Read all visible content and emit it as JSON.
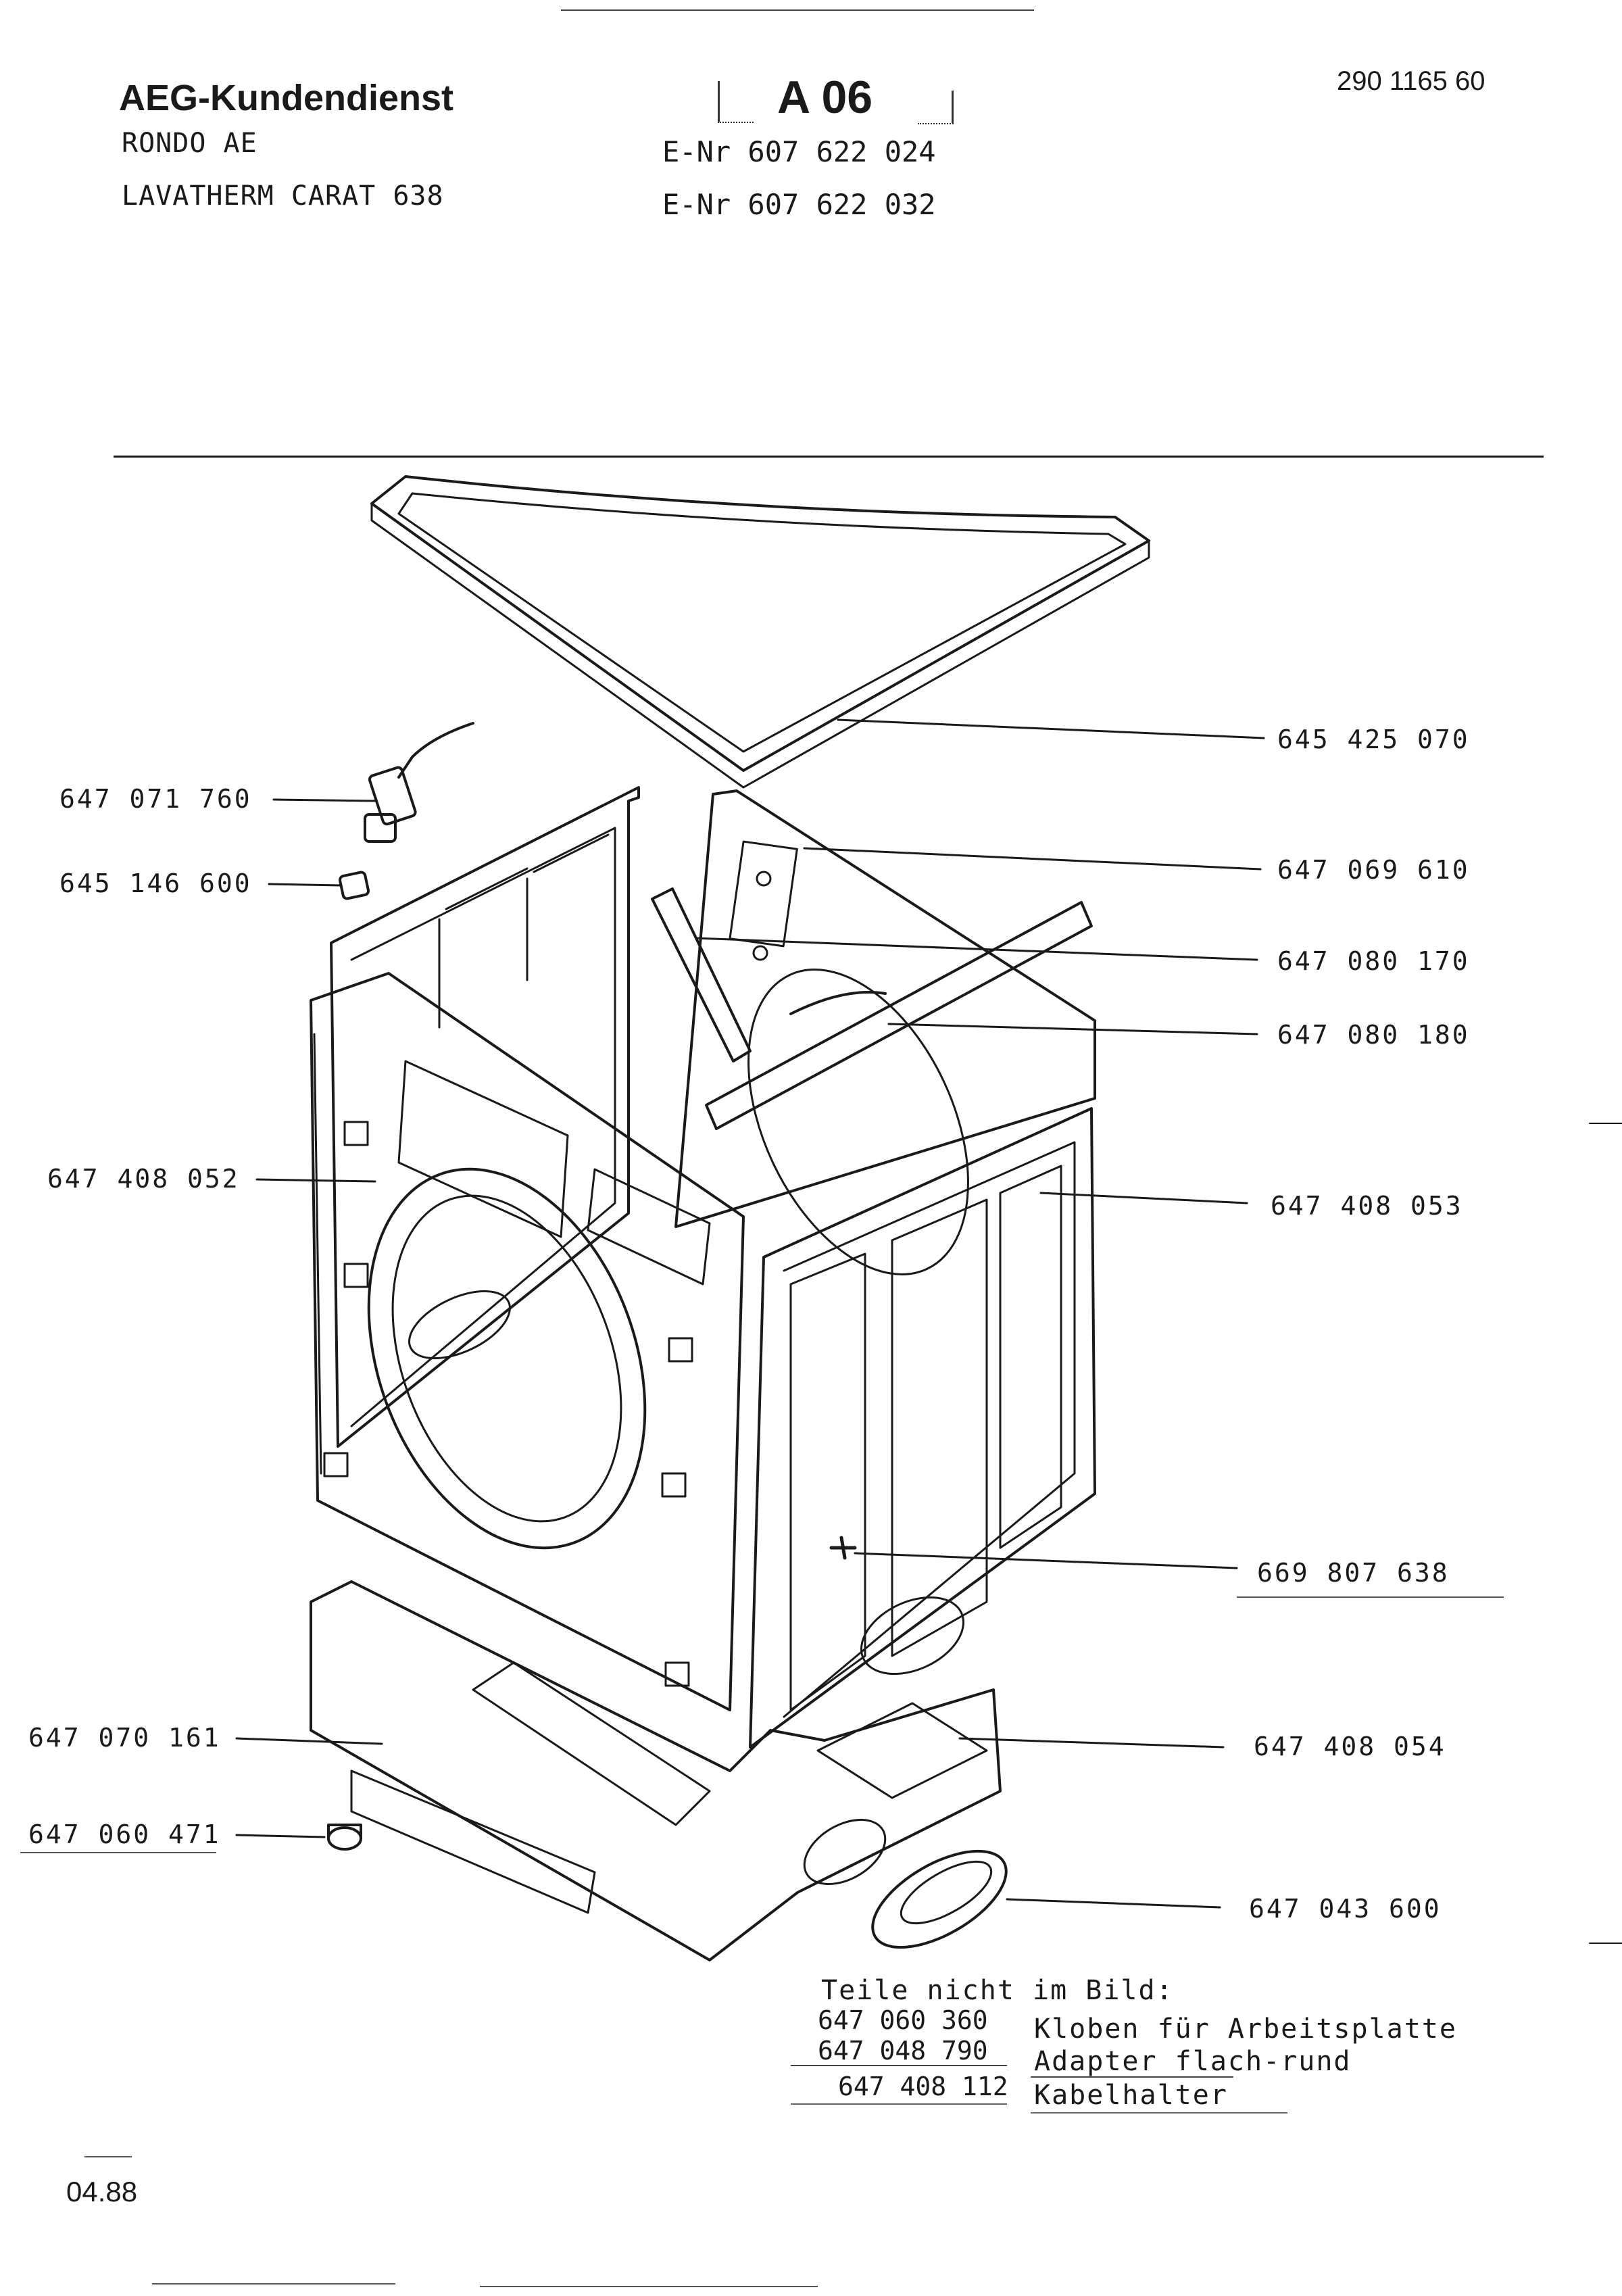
{
  "header": {
    "brand": "AEG-Kundendienst",
    "model_line1": "RONDO  AE",
    "model_line2": "LAVATHERM  CARAT  638",
    "sheet_code": "A 06",
    "enr_1": "E-Nr 607 622 024",
    "enr_2": "E-Nr 607 622 032",
    "doc_number": "290  1165  60"
  },
  "parts": {
    "top_panel": "645 425 070",
    "lamp_holder": "647 071 760",
    "small_clip": "645 146 600",
    "rear_panel": "647 069 610",
    "strut_1": "647 080 170",
    "strut_2": "647 080 180",
    "front_panel": "647 408 052",
    "side_panel": "647 408 053",
    "screw": "669 807 638",
    "base_left": "647 070 161",
    "foot": "647 060 471",
    "base_right": "647 408 054",
    "duct_ring": "647 043 600"
  },
  "not_shown": {
    "heading": "Teile nicht im Bild:",
    "items": [
      {
        "number": "647 060 360",
        "desc": "Kloben für Arbeitsplatte"
      },
      {
        "number": "647 048 790",
        "desc": "Adapter flach-rund"
      },
      {
        "number": "647 408 112",
        "desc": "Kabelhalter"
      }
    ]
  },
  "footer": {
    "date": "04.88"
  }
}
